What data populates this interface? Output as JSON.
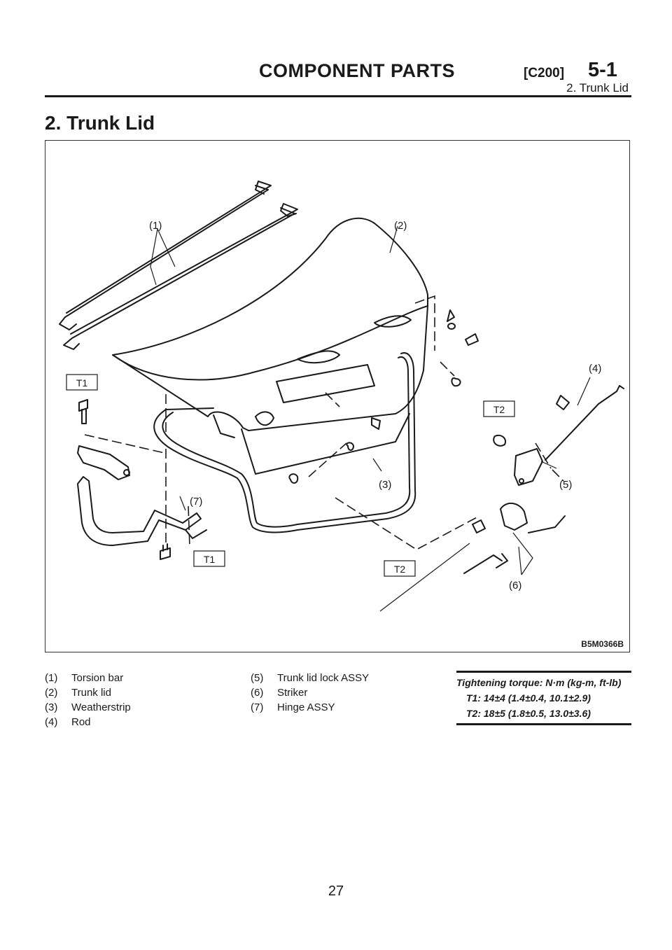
{
  "header": {
    "title": "COMPONENT PARTS",
    "code": "[C200]",
    "section": "5-1",
    "subtitle": "2. Trunk Lid"
  },
  "page_title": "2. Trunk Lid",
  "figure": {
    "code": "B5M0366B",
    "part_labels": [
      "(1)",
      "(2)",
      "(3)",
      "(4)",
      "(5)",
      "(6)",
      "(7)"
    ],
    "torque_labels": {
      "t1_top": "T1",
      "t1_bottom": "T1",
      "t2_right": "T2",
      "t2_bottom": "T2"
    }
  },
  "legend": {
    "col1": [
      {
        "num": "(1)",
        "name": "Torsion bar"
      },
      {
        "num": "(2)",
        "name": "Trunk lid"
      },
      {
        "num": "(3)",
        "name": "Weatherstrip"
      },
      {
        "num": "(4)",
        "name": "Rod"
      }
    ],
    "col2": [
      {
        "num": "(5)",
        "name": "Trunk lid lock ASSY"
      },
      {
        "num": "(6)",
        "name": "Striker"
      },
      {
        "num": "(7)",
        "name": "Hinge ASSY"
      }
    ]
  },
  "torque": {
    "heading": "Tightening torque: N·m (kg-m, ft-lb)",
    "t1": "T1: 14±4 (1.4±0.4, 10.1±2.9)",
    "t2": "T2: 18±5 (1.8±0.5, 13.0±3.6)"
  },
  "page_number": "27"
}
